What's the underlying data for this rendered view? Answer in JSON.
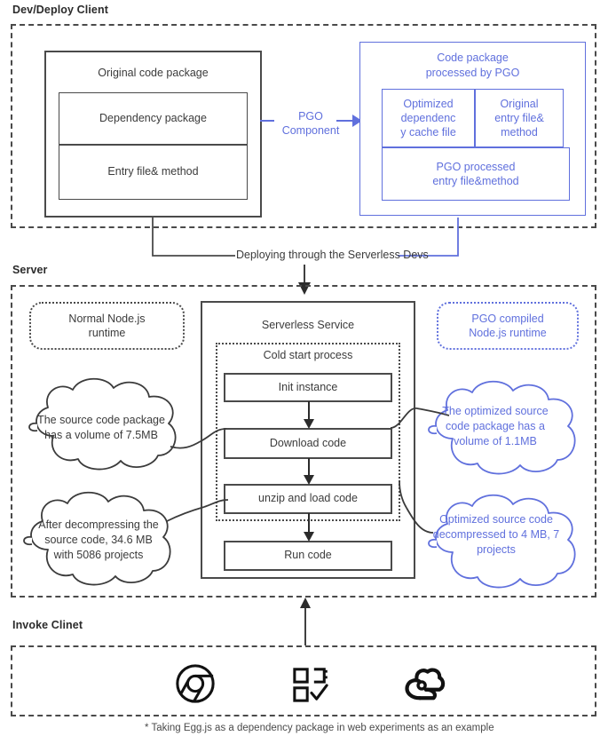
{
  "diagram": {
    "title_hidden": "",
    "sections": {
      "dev_client": {
        "label": "Dev/Deploy Client"
      },
      "server": {
        "label": "Server"
      },
      "invoke_client": {
        "label": "Invoke Clinet"
      }
    },
    "colors": {
      "dark": "#4a4a4a",
      "text": "#3b3b3b",
      "blue": "#6070dd"
    },
    "original_package": {
      "title": "Original code package",
      "dependency": "Dependency package",
      "entry": "Entry file& method"
    },
    "pgo_component": {
      "line1": "PGO",
      "line2": "Component"
    },
    "pgo_package": {
      "title_line1": "Code package",
      "title_line2": "processed by PGO",
      "optimized_dep_line1": "Optimized",
      "optimized_dep_line2": "dependenc",
      "optimized_dep_line3": "y cache file",
      "original_entry_line1": "Original",
      "original_entry_line2": "entry file&",
      "original_entry_line3": "method",
      "pgo_entry_line1": "PGO processed",
      "pgo_entry_line2": "entry file&method"
    },
    "deploy_connector": {
      "label": "Deploying through the Serverless Devs"
    },
    "runtime_pills": {
      "normal_line1": "Normal Node.js",
      "normal_line2": "runtime",
      "pgo_line1": "PGO compiled",
      "pgo_line2": "Node.js runtime"
    },
    "serverless_service": {
      "title": "Serverless  Service",
      "cold_start_title": "Cold start process",
      "steps": [
        {
          "label": "Init instance"
        },
        {
          "label": "Download code"
        },
        {
          "label": "unzip and load code"
        },
        {
          "label": "Run code"
        }
      ]
    },
    "clouds": {
      "left_top": {
        "line1": "The source code package",
        "line2": "has a volume of 7.5MB"
      },
      "left_bottom": {
        "line1": "After decompressing the",
        "line2": "source code, 34.6 MB",
        "line3": "with 5086 projects"
      },
      "right_top": {
        "line1": "The optimized source",
        "line2": "code package has a",
        "line3": "volume of 1.1MB"
      },
      "right_bottom": {
        "line1": "Optimized source code",
        "line2": "decompressed to 4 MB, 7",
        "line3": "projects"
      }
    },
    "invoke_icons": [
      {
        "name": "chrome-icon"
      },
      {
        "name": "postman-checklist-icon"
      },
      {
        "name": "alibaba-cloud-icon"
      }
    ],
    "footnote": "* Taking Egg.js as a dependency package in web experiments as an example"
  }
}
